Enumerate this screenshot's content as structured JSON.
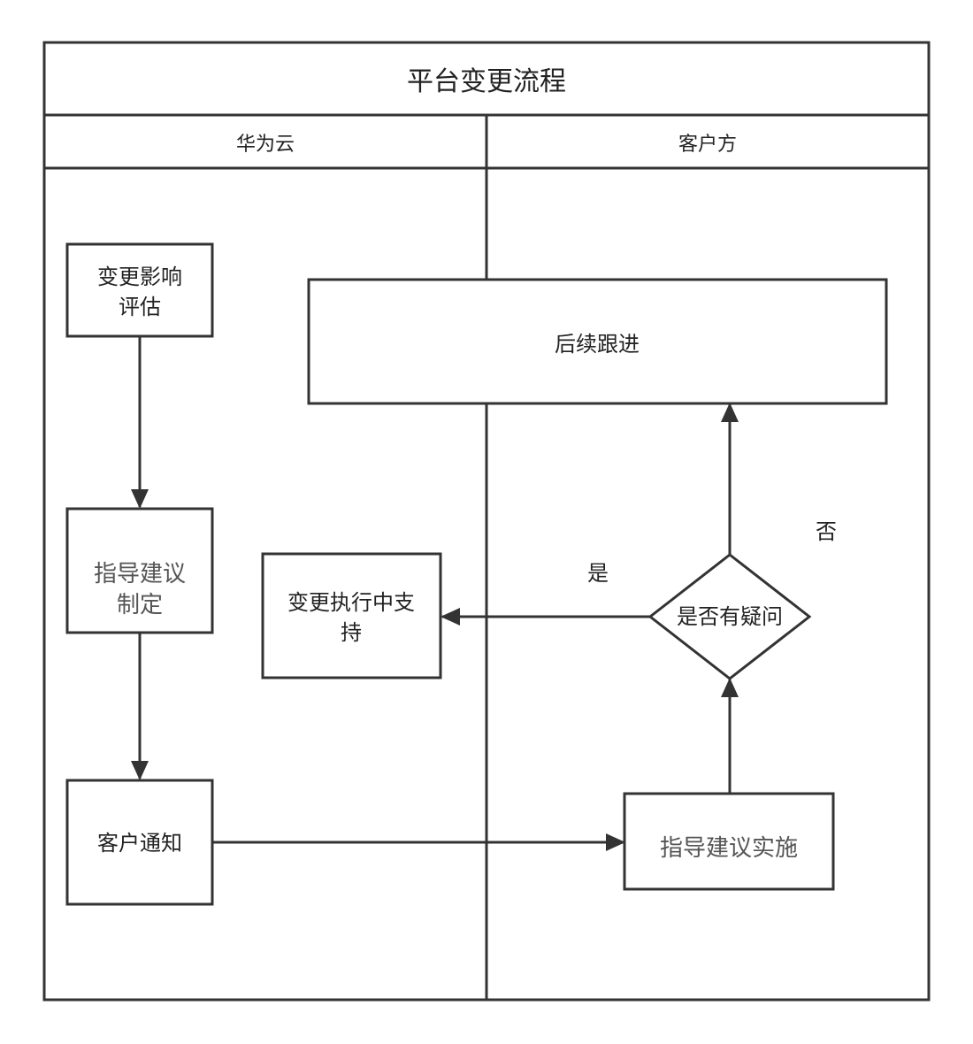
{
  "diagram": {
    "title": "平台变更流程",
    "lanes": [
      "华为云",
      "客户方"
    ],
    "nodes": {
      "impact_eval": [
        "变更影响",
        "评估"
      ],
      "guidance_make": [
        "指导建议",
        "制定"
      ],
      "customer_notice": "客户通知",
      "followup": "后续跟进",
      "exec_support": [
        "变更执行中支",
        "持"
      ],
      "decision": "是否有疑问",
      "guidance_impl": "指导建议实施"
    },
    "edge_labels": {
      "yes": "是",
      "no": "否"
    }
  },
  "colors": {
    "stroke": "#333333",
    "text": "#222222",
    "muted_text": "#555555",
    "background": "#ffffff"
  }
}
